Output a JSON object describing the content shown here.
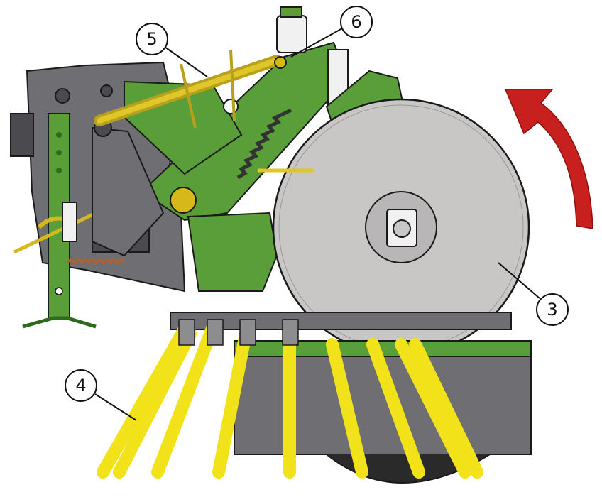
{
  "colors": {
    "frame_green": "#5a9e3a",
    "frame_green_dark": "#2f6a1f",
    "steel_gray": "#6f6f73",
    "steel_gray_dark": "#4b4b4f",
    "disc_gray": "#c9c6c6",
    "tine_yellow": "#f2e21a",
    "arrow_red": "#c8201e",
    "outline": "#1a1a1a"
  },
  "callouts": [
    {
      "id": "3",
      "label": "3",
      "part": "disc"
    },
    {
      "id": "4",
      "label": "4",
      "part": "tines"
    },
    {
      "id": "5",
      "label": "5",
      "part": "top-link"
    },
    {
      "id": "6",
      "label": "6",
      "part": "pivot"
    }
  ],
  "indicators": {
    "rotation_arrow": "curved-arrow-up-icon"
  }
}
